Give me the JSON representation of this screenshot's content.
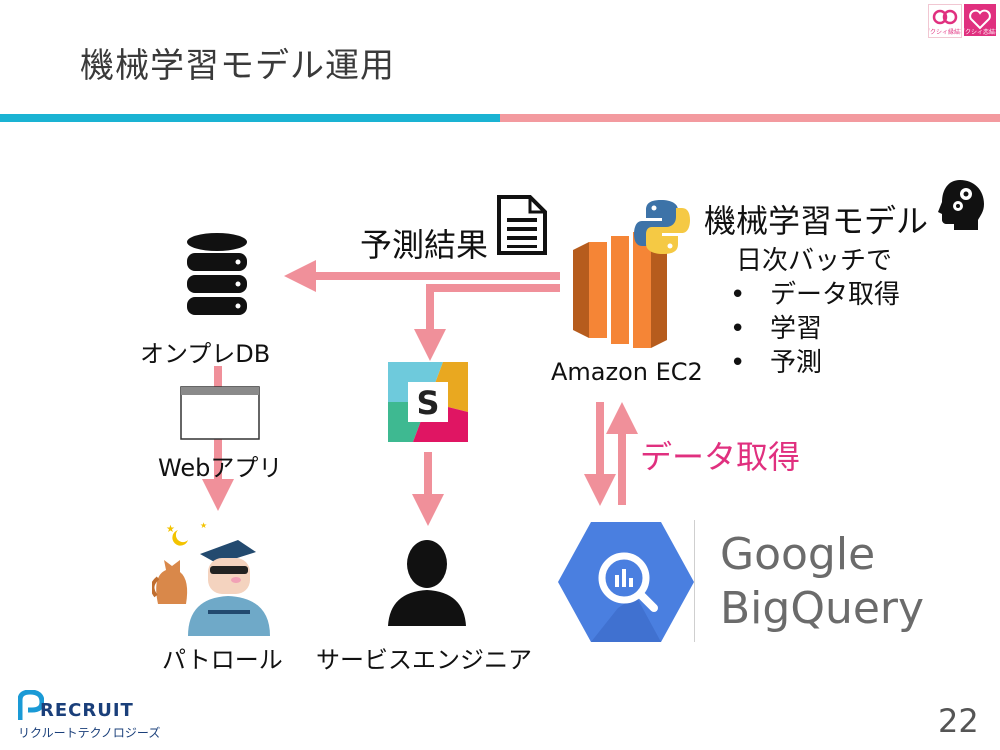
{
  "title": "機械学習モデル運用",
  "corner_logos": [
    "ゼクシィ縁結び",
    "ゼクシィ恋結び"
  ],
  "nodes": {
    "db_label": "オンプレDB",
    "webapp_label": "Webアプリ",
    "patrol_label": "パトロール",
    "engineer_label": "サービスエンジニア",
    "ec2_label": "Amazon EC2",
    "bigquery_line1": "Google",
    "bigquery_line2": "BigQuery"
  },
  "edges": {
    "prediction_label": "予測結果",
    "fetch_label": "データ取得"
  },
  "model": {
    "title": "機械学習モデル",
    "schedule": "日次バッチで",
    "steps": [
      "データ取得",
      "学習",
      "予測"
    ]
  },
  "footer": {
    "company": "RECRUIT",
    "company_sub": "リクルートテクノロジーズ",
    "page_number": "22"
  },
  "colors": {
    "arrow": "#f0909a",
    "bar_left": "#1ab3d3",
    "bar_right": "#f39a9f",
    "ec2_orange": "#f58536",
    "bigquery_blue": "#4a7fe0",
    "fetch_text": "#e0307f"
  },
  "icons": [
    "database-icon",
    "document-icon",
    "python-icon",
    "ec2-icon",
    "head-gears-icon",
    "browser-window-icon",
    "slack-icon",
    "person-icon",
    "patrol-officer-icon",
    "bigquery-icon"
  ]
}
